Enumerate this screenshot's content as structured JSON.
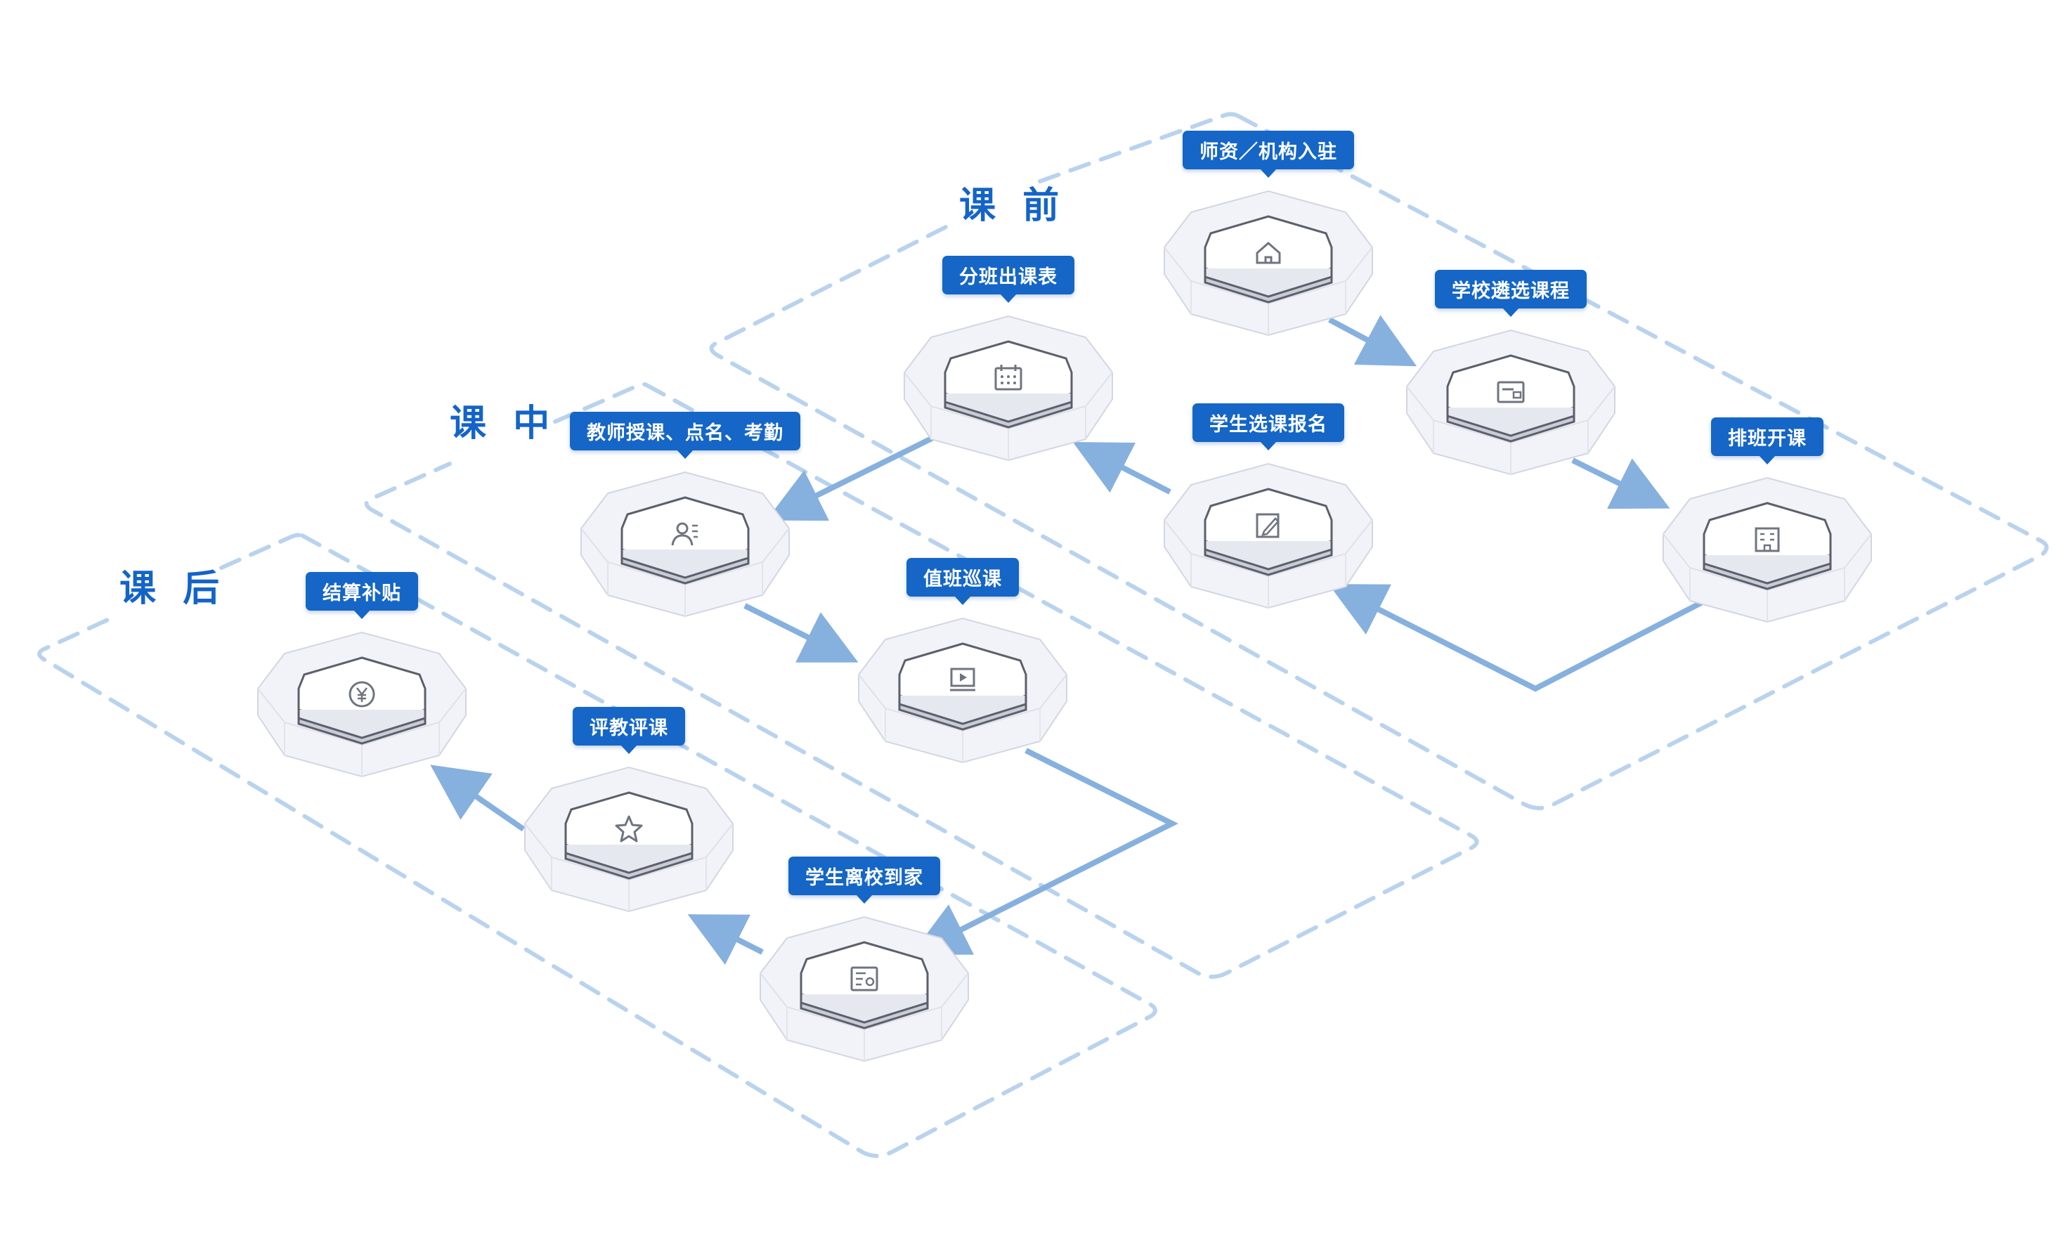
{
  "phases": {
    "before": "课 前",
    "during": "课 中",
    "after": "课 后"
  },
  "nodes": {
    "teacher_onboard": {
      "label": "师资／机构入驻",
      "icon": "home-icon"
    },
    "school_select": {
      "label": "学校遴选课程",
      "icon": "card-icon"
    },
    "schedule_class": {
      "label": "排班开课",
      "icon": "building-icon"
    },
    "student_enroll": {
      "label": "学生选课报名",
      "icon": "edit-icon"
    },
    "timetable": {
      "label": "分班出课表",
      "icon": "calendar-icon"
    },
    "teaching": {
      "label": "教师授课、点名、考勤",
      "icon": "teacher-icon"
    },
    "patrol": {
      "label": "值班巡课",
      "icon": "video-icon"
    },
    "leave_school": {
      "label": "学生离校到家",
      "icon": "id-card-icon"
    },
    "evaluate": {
      "label": "评教评课",
      "icon": "star-icon"
    },
    "settle": {
      "label": "结算补贴",
      "icon": "yen-icon"
    }
  },
  "colors": {
    "accent": "#1566c6",
    "phase_text": "#1464c8",
    "dashed_border": "#b9d3ee",
    "arrow": "#86b0de"
  }
}
